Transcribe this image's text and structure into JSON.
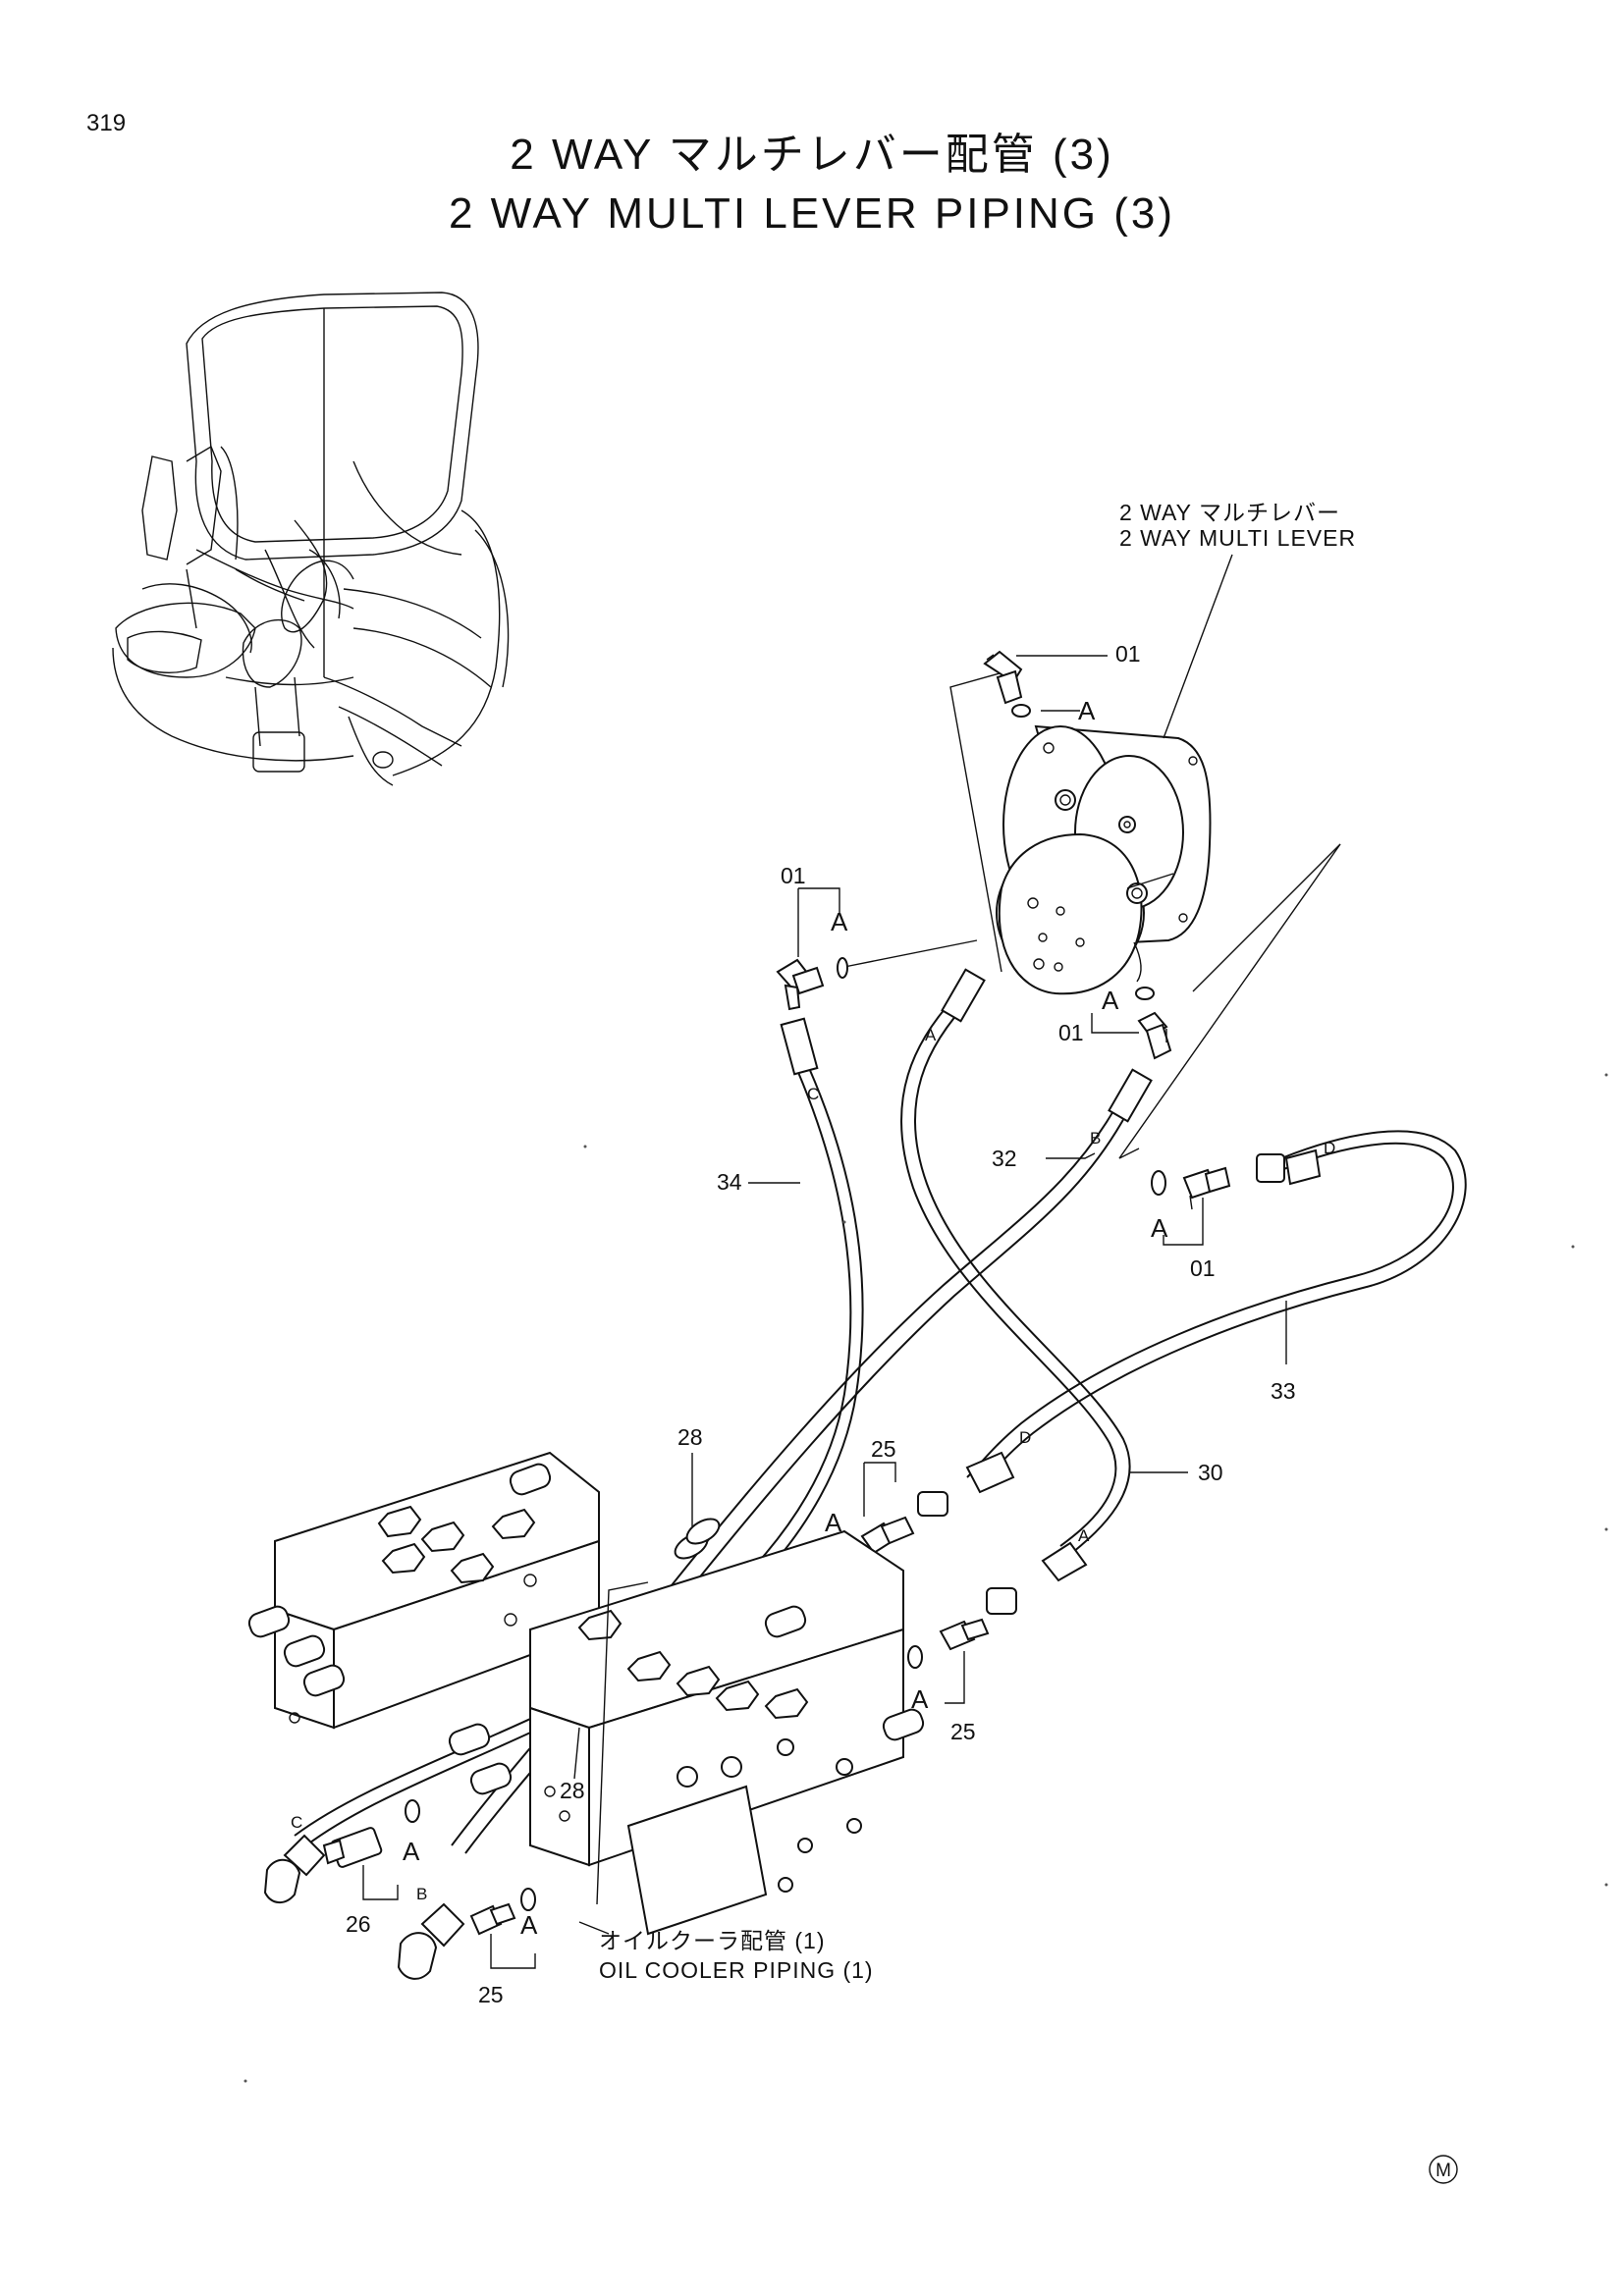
{
  "page": {
    "number": "319"
  },
  "title": {
    "jp": "2 WAY マルチレバー配管 (3)",
    "en": "2 WAY MULTI LEVER PIPING (3)"
  },
  "labels": {
    "multi_lever_jp": "2 WAY マルチレバー",
    "multi_lever_en": "2 WAY MULTI LEVER",
    "oil_cooler_jp": "オイルクーラ配管 (1)",
    "oil_cooler_en": "OIL COOLER PIPING (1)",
    "mark": "M"
  },
  "callouts": {
    "p01_top": "01",
    "p01_left": "01",
    "p01_mid": "01",
    "p01_right": "01",
    "p34": "34",
    "p32": "32",
    "p33": "33",
    "p30": "30",
    "p28_top": "28",
    "p28_bottom": "28",
    "p25_top": "25",
    "p25_right": "25",
    "p25_bottom": "25",
    "p26": "26"
  },
  "oring_letters": {
    "top": "A",
    "left": "A",
    "mid": "A",
    "right": "A",
    "p25_top": "A",
    "p25_right": "A",
    "p26": "A",
    "p25_bottom": "A"
  },
  "hose_end_letters": {
    "c_top": "C",
    "a_top": "A",
    "b_top": "B",
    "d_top": "D",
    "d_bottom": "D",
    "a_bottom": "A",
    "c_bottom": "C",
    "b_bottom": "B"
  }
}
